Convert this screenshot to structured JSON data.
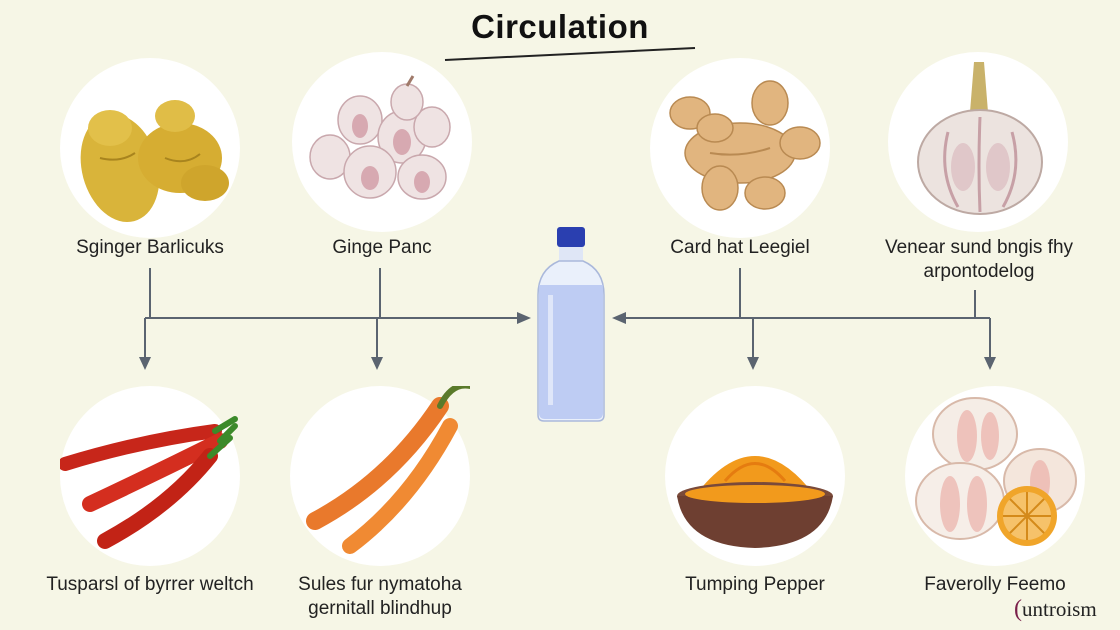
{
  "title": "Circulation",
  "top_items": [
    {
      "label": "Sginger Barlicuks",
      "icon": "ginger-root-yellow-icon"
    },
    {
      "label": "Ginge Panc",
      "icon": "garlic-cloves-icon"
    },
    {
      "label": "Card hat Leegiel",
      "icon": "ginger-root-icon"
    },
    {
      "label": "Venear sund bngis fhy\narpontodelog",
      "icon": "garlic-bulb-icon"
    }
  ],
  "bottom_items": [
    {
      "label": "Tusparsl of byrrer weltch",
      "icon": "red-chili-peppers-icon"
    },
    {
      "label": "Sules fur nymatoha\ngernitall blindhup",
      "icon": "orange-chili-peppers-icon"
    },
    {
      "label": "Tumping Pepper",
      "icon": "turmeric-bowl-icon"
    },
    {
      "label": "Faverolly Feemo",
      "icon": "garlic-and-lemon-icon"
    }
  ],
  "center_icon": "water-bottle-icon",
  "logo_text": "untroism",
  "colors": {
    "background": "#f6f6e6",
    "connector": "#5b6470",
    "bottle": "#b9c8f2",
    "bottle_cap": "#2a3fb0"
  }
}
